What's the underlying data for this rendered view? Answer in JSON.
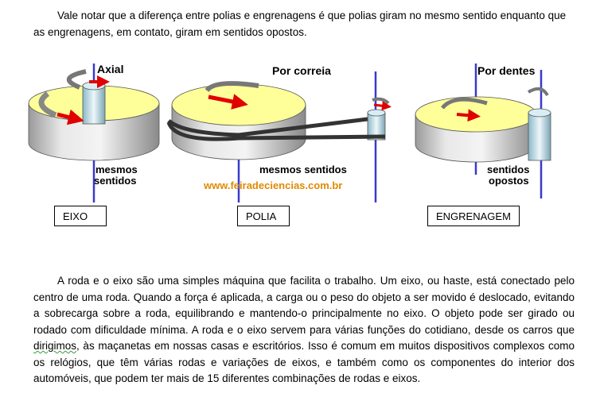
{
  "intro": {
    "text": "Vale notar que a diferença entre polias e engrenagens é que polias giram no mesmo sentido enquanto que as engrenagens, em contato, giram em sentidos opostos."
  },
  "figure": {
    "label_axial": "Axial",
    "label_por_correia": "Por correia",
    "label_por_dentes": "Por dentes",
    "label_mesmos_1": "mesmos",
    "label_sentidos_1": "sentidos",
    "label_mesmos_sentidos": "mesmos sentidos",
    "label_sentidos_2": "sentidos",
    "label_opostos": "opostos",
    "watermark": "www.feiradeciencias.com.br",
    "colors": {
      "disc_top": "#ffff99",
      "disc_side": "#e6e6e6",
      "arrow": "#e00000",
      "axis": "#3a3acc",
      "watermark": "#e08a00"
    }
  },
  "captions": {
    "eixo": "EIXO",
    "polia": "POLIA",
    "engrenagem": "ENGRENAGEM"
  },
  "body": {
    "part1": "A roda e o eixo são uma simples máquina que facilita o trabalho. Um eixo, ou haste, está conectado pelo centro de uma roda. Quando a força é aplicada, a carga ou o peso do objeto a ser movido é deslocado, evitando a sobrecarga sobre a roda, equilibrando e mantendo-o principalmente no eixo. O objeto pode ser girado ou rodado com dificuldade mínima. A roda e o eixo servem para várias funções do cotidiano, desde os carros que ",
    "wavy": "dirigimos",
    "part2": ", às maçanetas em nossas casas e escritórios. Isso é comum em muitos dispositivos complexos como os relógios, que têm várias rodas e variações de eixos, e também como os componentes do interior dos automóveis, que podem ter mais de 15 diferentes combinações de rodas e eixos."
  }
}
